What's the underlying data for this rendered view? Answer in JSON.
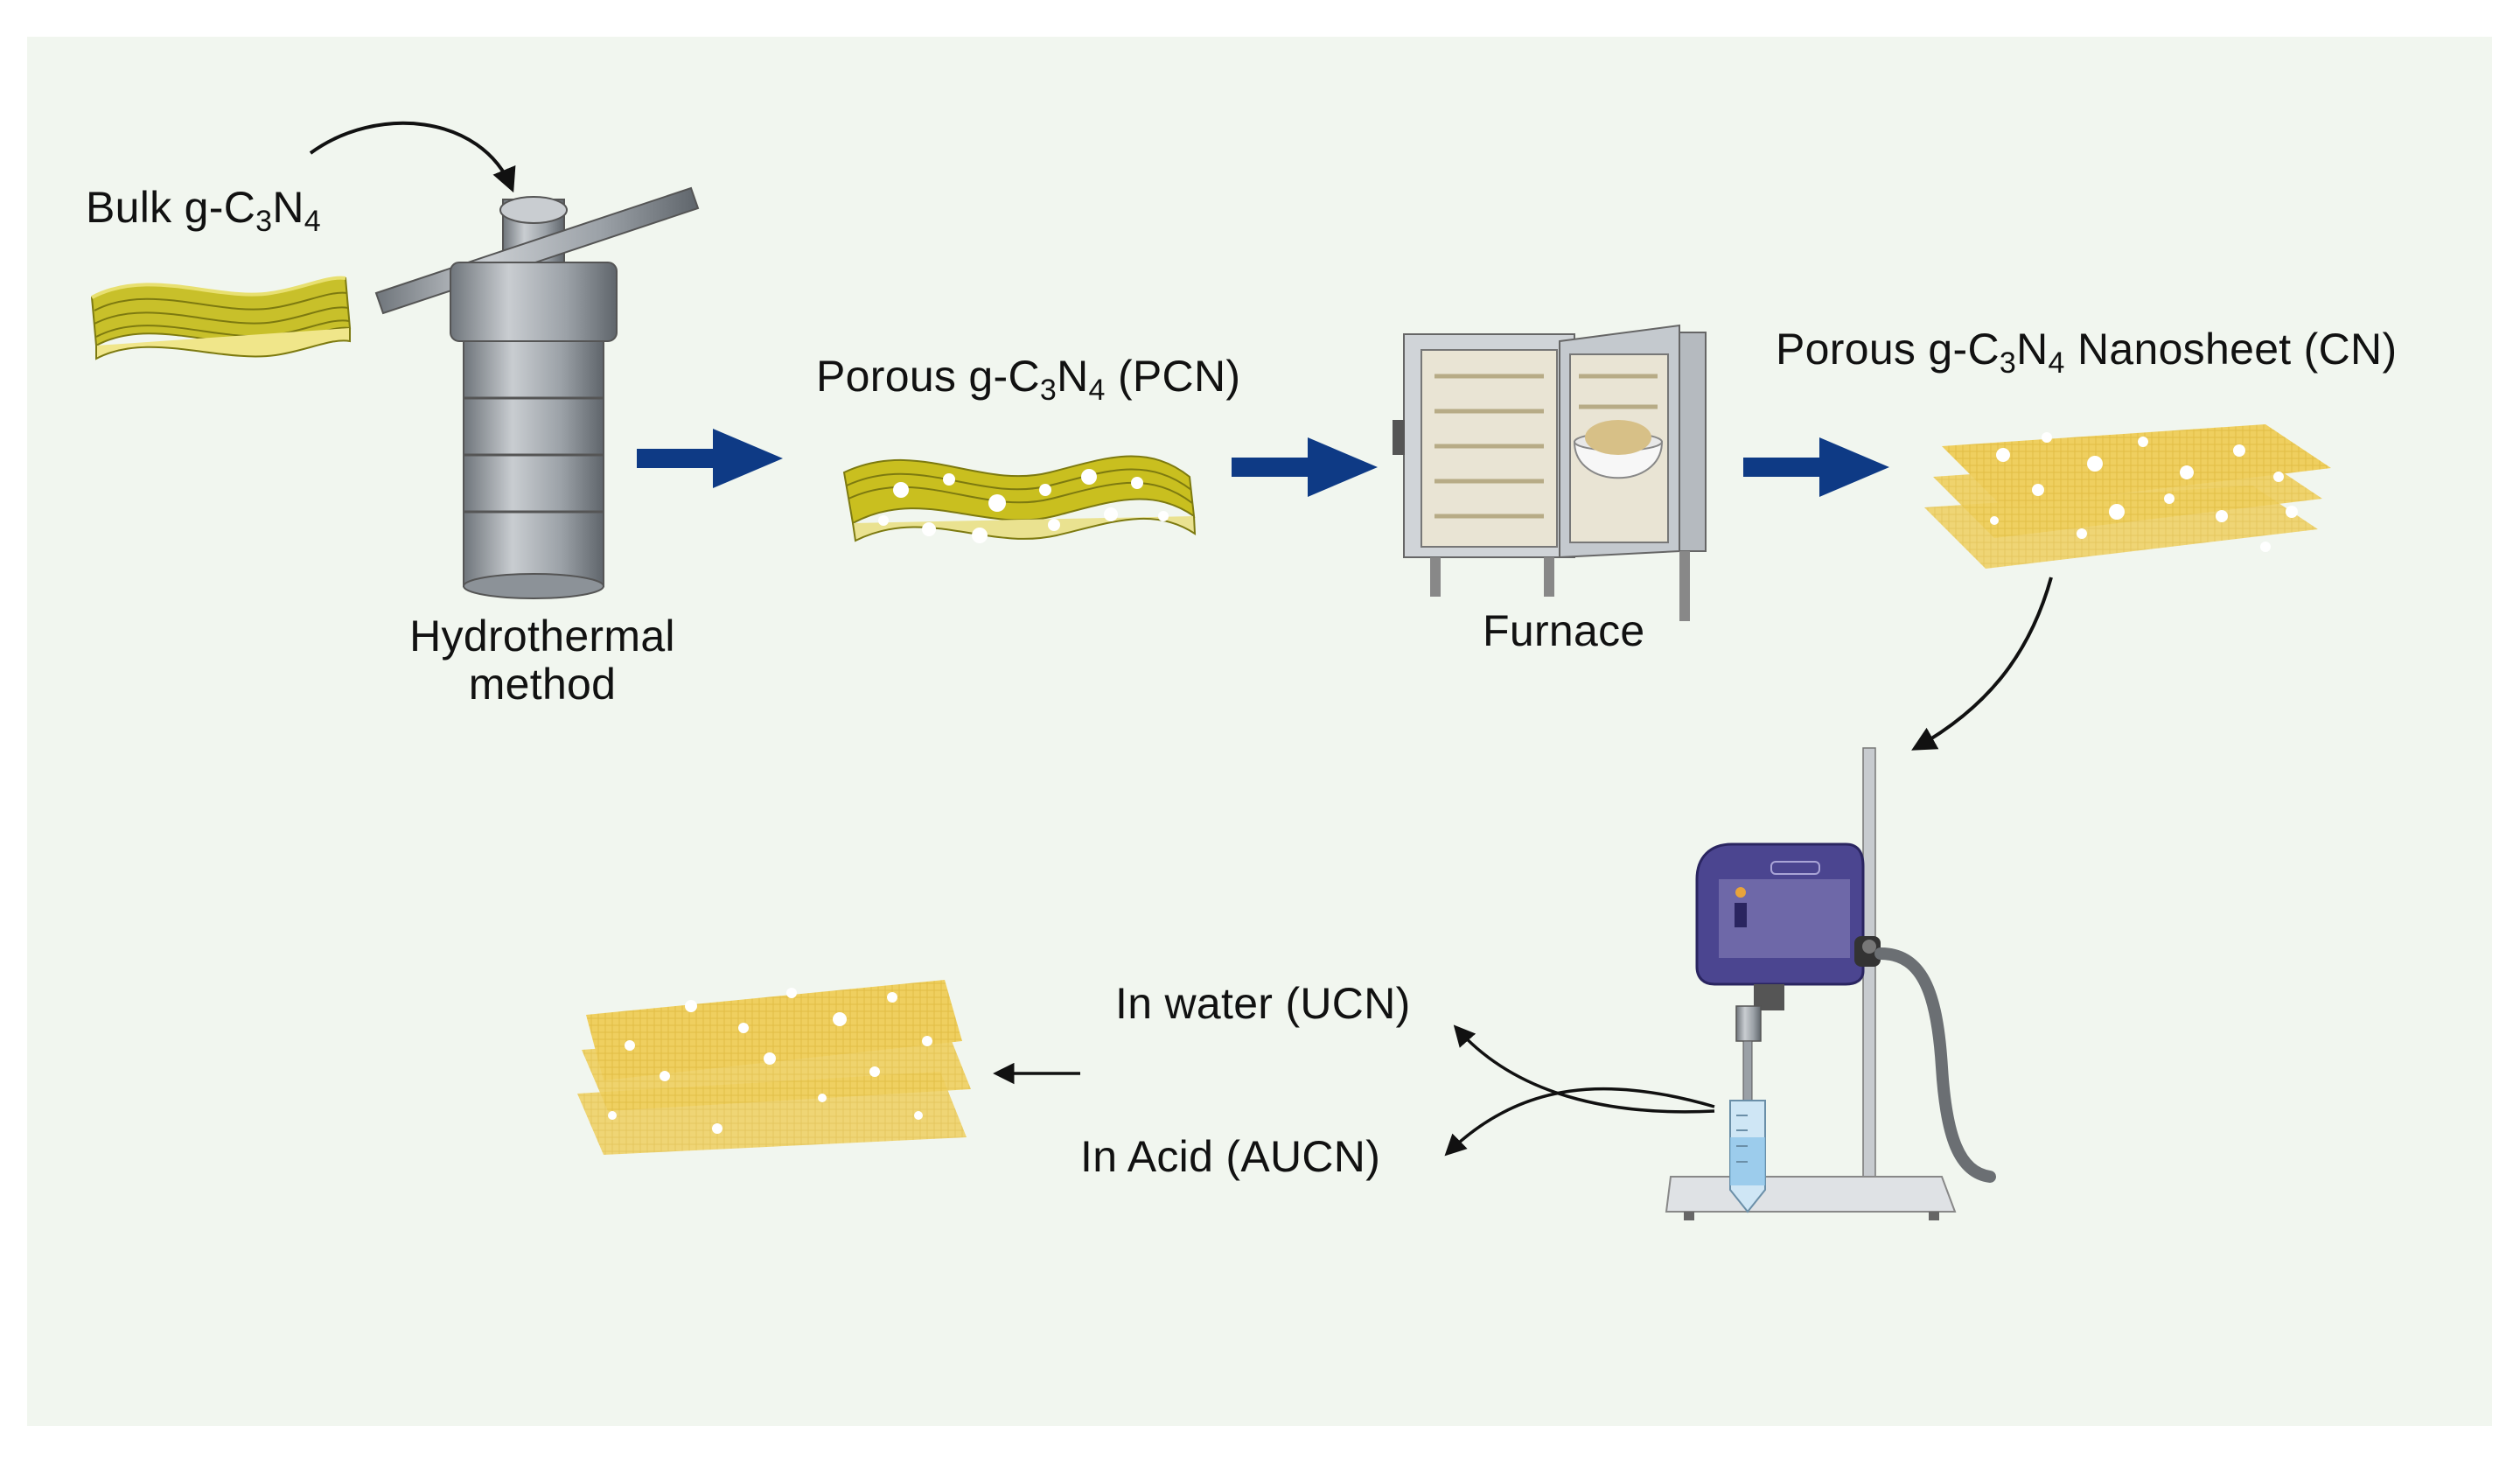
{
  "labels": {
    "bulk_prefix": "Bulk g-C",
    "bulk_sub3": "3",
    "bulk_mid": "N",
    "bulk_sub4": "4",
    "hydrothermal_line1": "Hydrothermal",
    "hydrothermal_line2": "method",
    "pcn_prefix": "Porous g-C",
    "pcn_sub3": "3",
    "pcn_mid": "N",
    "pcn_sub4": "4",
    "pcn_suffix": " (PCN)",
    "furnace": "Furnace",
    "cn_prefix": "Porous g-C",
    "cn_sub3": "3",
    "cn_mid": "N",
    "cn_sub4": "4",
    "cn_suffix": " Nanosheet (CN)",
    "water": "In water (UCN)",
    "acid": "In Acid (AUCN)"
  },
  "colors": {
    "panel_bg": "#f1f6ef",
    "process_arrow": "#0e3a85",
    "sheet_yellow": "#e8c34a",
    "bulk_olive": "#b8b21a",
    "metal_gray": "#9aa0a6",
    "device_purple": "#4b4590"
  }
}
